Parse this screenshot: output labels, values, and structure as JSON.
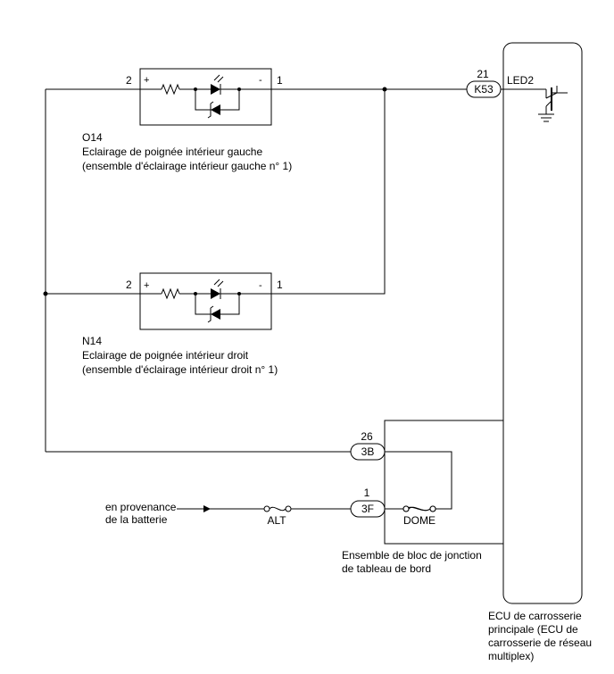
{
  "components": {
    "left_light": {
      "code": "O14",
      "name_line1": "Eclairage de poignée intérieur gauche",
      "name_line2": "(ensemble d'éclairage intérieur gauche n° 1)",
      "pin_left": "2",
      "pin_right": "1",
      "plus": "+",
      "minus": "-"
    },
    "right_light": {
      "code": "N14",
      "name_line1": "Eclairage de poignée intérieur droit",
      "name_line2": "(ensemble d'éclairage intérieur droit n° 1)",
      "pin_left": "2",
      "pin_right": "1",
      "plus": "+",
      "minus": "-"
    },
    "ecu": {
      "connector": "K53",
      "pin": "21",
      "terminal": "LED2",
      "name_line1": "ECU de carrosserie",
      "name_line2": "principale (ECU de",
      "name_line3": "carrosserie de réseau",
      "name_line4": "multiplex)"
    },
    "junction_block": {
      "connector_top": "3B",
      "pin_top": "26",
      "connector_bottom": "3F",
      "pin_bottom": "1",
      "fuse": "DOME",
      "name_line1": "Ensemble de bloc de jonction",
      "name_line2": "de tableau de bord"
    },
    "battery": {
      "line1": "en provenance",
      "line2": "de la batterie",
      "fuse": "ALT"
    }
  }
}
